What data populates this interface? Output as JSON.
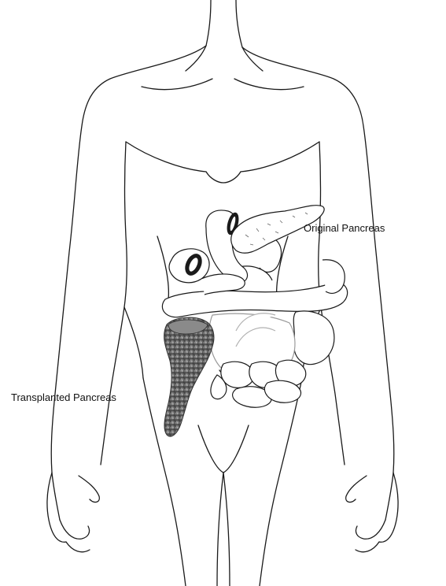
{
  "labels": {
    "original_pancreas": "Original Pancreas",
    "transplanted_pancreas": "Transplanted Pancreas"
  },
  "colors": {
    "outline": "#1a1a1a",
    "organ_fill": "#ffffff",
    "transplant_shading": "#6e6e6e",
    "background": "#ffffff"
  },
  "icons": [
    "body-outline",
    "stomach",
    "duodenum",
    "intestines",
    "bladder",
    "original-pancreas",
    "transplanted-pancreas"
  ]
}
